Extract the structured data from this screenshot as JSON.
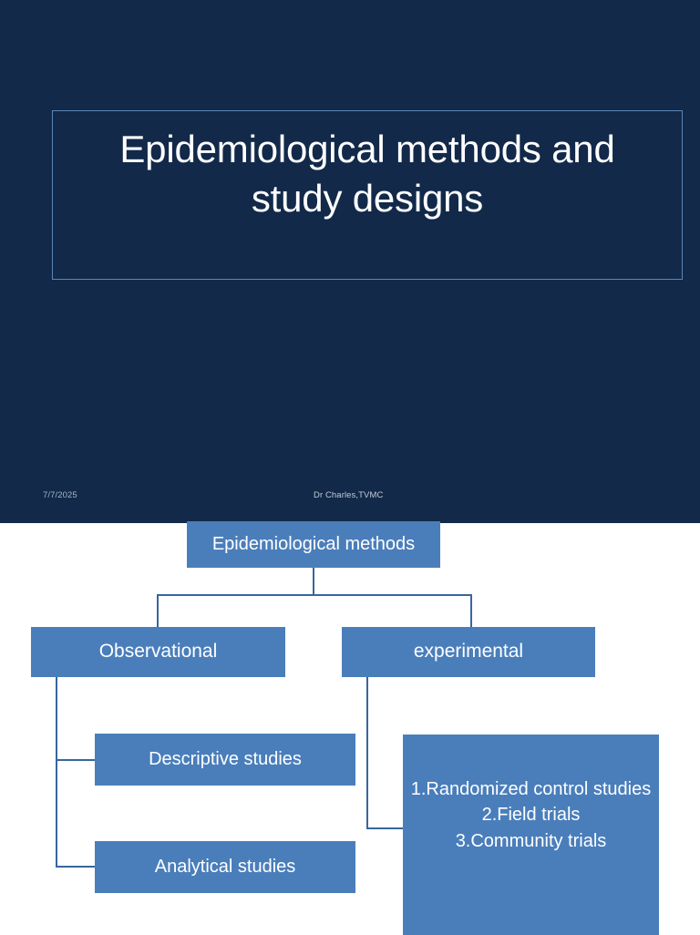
{
  "slide": {
    "title": "Epidemiological methods and\nstudy designs",
    "background_color": "#12294a",
    "title_border_color": "#5b86b8",
    "footer": {
      "date": "7/7/2025",
      "author": "Dr Charles,TVMC"
    }
  },
  "diagram": {
    "type": "tree-flowchart",
    "node_fill_color": "#4a7ebb",
    "connector_color": "#35679d",
    "text_color": "#ffffff",
    "nodes": {
      "root": "Epidemiological methods",
      "branch_left": "Observational",
      "branch_right": "experimental",
      "left_child_1": "Descriptive studies",
      "left_child_2": "Analytical studies",
      "right_child": "1.Randomized control studies\n2.Field trials\n3.Community trials"
    },
    "right_child_items": [
      "1.Randomized control studies",
      "2.Field trials",
      "3.Community trials"
    ]
  }
}
